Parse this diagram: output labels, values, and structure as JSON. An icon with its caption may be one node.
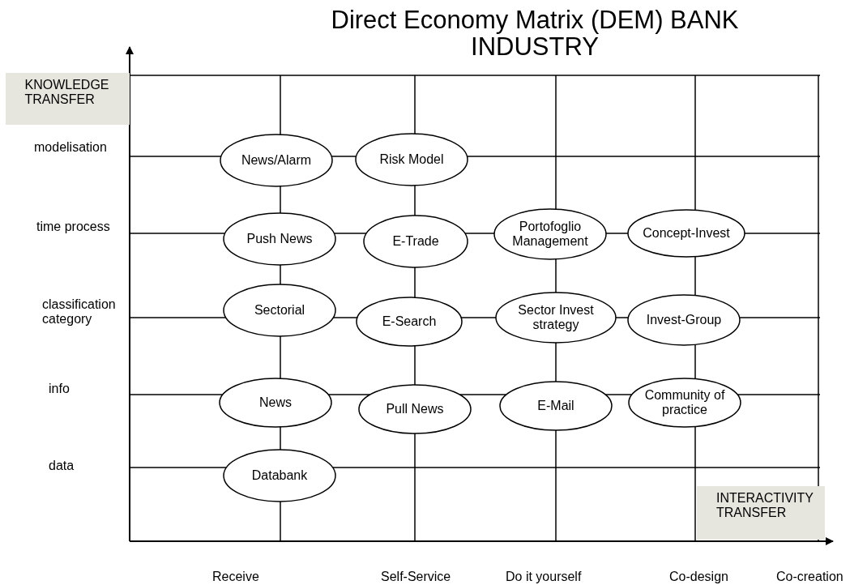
{
  "diagram": {
    "title": "Direct Economy Matrix (DEM) BANK INDUSTRY",
    "nodes": [
      {
        "text": [
          "KNOWLEDGE TRANSFER"
        ]
      },
      {
        "text": [
          "News/Alarm"
        ]
      },
      {
        "text": [
          "Risk Model"
        ]
      },
      {
        "text": [
          "Push News"
        ]
      },
      {
        "text": [
          "E-Trade"
        ]
      },
      {
        "text": [
          "Portofoglio Management"
        ]
      },
      {
        "text": [
          "Concept-Invest"
        ]
      },
      {
        "text": [
          "Sectorial"
        ]
      },
      {
        "text": [
          "E-Search"
        ]
      },
      {
        "text": [
          "Sector Invest strategy"
        ]
      },
      {
        "text": [
          "Invest-Group"
        ]
      },
      {
        "text": [
          "News"
        ]
      },
      {
        "text": [
          "Pull News"
        ]
      },
      {
        "text": [
          "E-Mail"
        ]
      },
      {
        "text": [
          "Community of practice"
        ]
      },
      {
        "text": [
          "Databank"
        ]
      },
      {
        "text": [
          "INTERACTIVITY TRANSFER"
        ]
      }
    ],
    "labels": [
      "modelisation",
      "time process",
      "classification category",
      "info",
      "data",
      "Receive",
      "Self-Service",
      "Do it yourself",
      "Co-design",
      "Co-creation"
    ]
  }
}
